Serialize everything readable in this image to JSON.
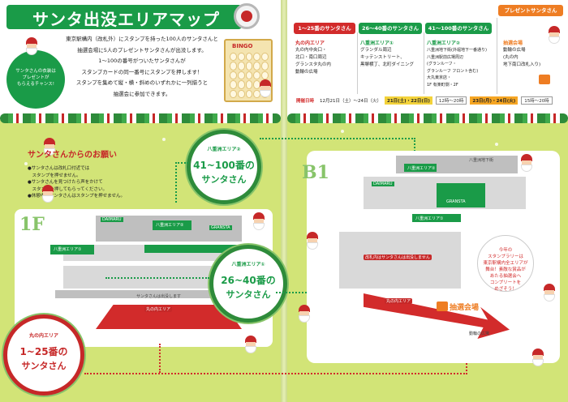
{
  "left_page": {
    "title": "サンタ出没エリアマップ",
    "intro_lines": [
      "東京駅構内（改札外）にスタンプを持った100人のサンタさんと",
      "抽選会場に5人のプレゼントサンタさんが出没します。",
      "1〜100の番号がついたサンタさんが",
      "スタンプカードの同一番号にスタンプを押します！",
      "スタンプを集めて縦・横・斜めのいずれかに一列揃うと",
      "抽選会に参加できます。"
    ],
    "bubble_lines": [
      "サンタさんの衣装は",
      "プレゼントが",
      "もらえるチャンス!"
    ],
    "bingo_title": "BINGO",
    "notice": {
      "heading": "サンタさんからのお願い",
      "lines": [
        "●サンタさんは改札口付近では",
        "　スタンプを押せません。",
        "●サンタさんを見つけたら声をかけて",
        "　スタンプを押してもらってください。",
        "●休憩中のサンタさんはスタンプを押せません。"
      ]
    },
    "wreaths": {
      "w41": {
        "area": "八重洲エリア②",
        "range": "41~100番の",
        "who": "サンタさん"
      },
      "w26": {
        "area": "八重洲エリア①",
        "range": "26~40番の",
        "who": "サンタさん"
      },
      "w1": {
        "area": "丸の内エリア",
        "range": "1~25番の",
        "who": "サンタさん"
      }
    },
    "map1": {
      "floor": "1F",
      "labels": {
        "daimaru": "DAIMARU",
        "gransta": "GRANSTA",
        "yaesu2": "八重洲エリア②",
        "yaesu1": "八重洲エリア①",
        "marunouchi": "丸の内エリア",
        "hint": "サンタさんは出没します"
      }
    }
  },
  "right_page": {
    "categories": [
      {
        "label": "1〜25番のサンタさん",
        "style": "red"
      },
      {
        "label": "26〜40番のサンタさん",
        "style": "green"
      },
      {
        "label": "41〜100番のサンタさん",
        "style": "green"
      },
      {
        "label": "プレゼントサンタさん",
        "style": "orange"
      }
    ],
    "areas": [
      {
        "title": "丸の内エリア",
        "lines": [
          "丸の内中央口・",
          "北口・南口周辺",
          "グランスタ丸の内",
          "動輪の広場"
        ]
      },
      {
        "title": "八重洲エリア①",
        "lines": [
          "グランダル周辺",
          "キッテンストリート、",
          "黒塀横丁、北町ダイニング"
        ]
      },
      {
        "title": "八重洲エリア②",
        "lines": [
          "八重洲地下街(外堀地下一番通り)",
          "八重洲駅前広場周辺",
          "(グランルーフ・",
          "グランルーフ フロント含む)",
          "大丸東京店・",
          "1F 有楽町側・2F"
        ]
      },
      {
        "title": "抽選会場",
        "lines": [
          "動輪の広場",
          "(丸の内",
          "地下南口改札入り)"
        ]
      }
    ],
    "dates": {
      "label": "開催日時",
      "range": "12月21日（土）〜24日（火）",
      "slot1_days": "21日(土)・22日(日)",
      "slot1_time": "12時〜20時",
      "slot2_days": "23日(月)・24日(火)",
      "slot2_time": "15時〜20時"
    },
    "map2": {
      "floor": "B1",
      "labels": {
        "daimaru": "DAIMARU",
        "gransta": "GRANSTA",
        "yaesu2": "八重洲エリア②",
        "yaesu1": "八重洲エリア①",
        "marunouchi": "丸の内エリア",
        "lottery": "抽選会場",
        "plaza": "動輪の広場",
        "gate": "八重洲地下街",
        "ticket_note": "改札内はサンタさんは出没しません"
      }
    },
    "bubble_lines": [
      "今年の",
      "スタンプラリーは",
      "東京駅構内全エリアが",
      "舞台！素敵な賞品が",
      "あたる抽選会へ",
      "コンプリートを",
      "めざそう！"
    ]
  }
}
